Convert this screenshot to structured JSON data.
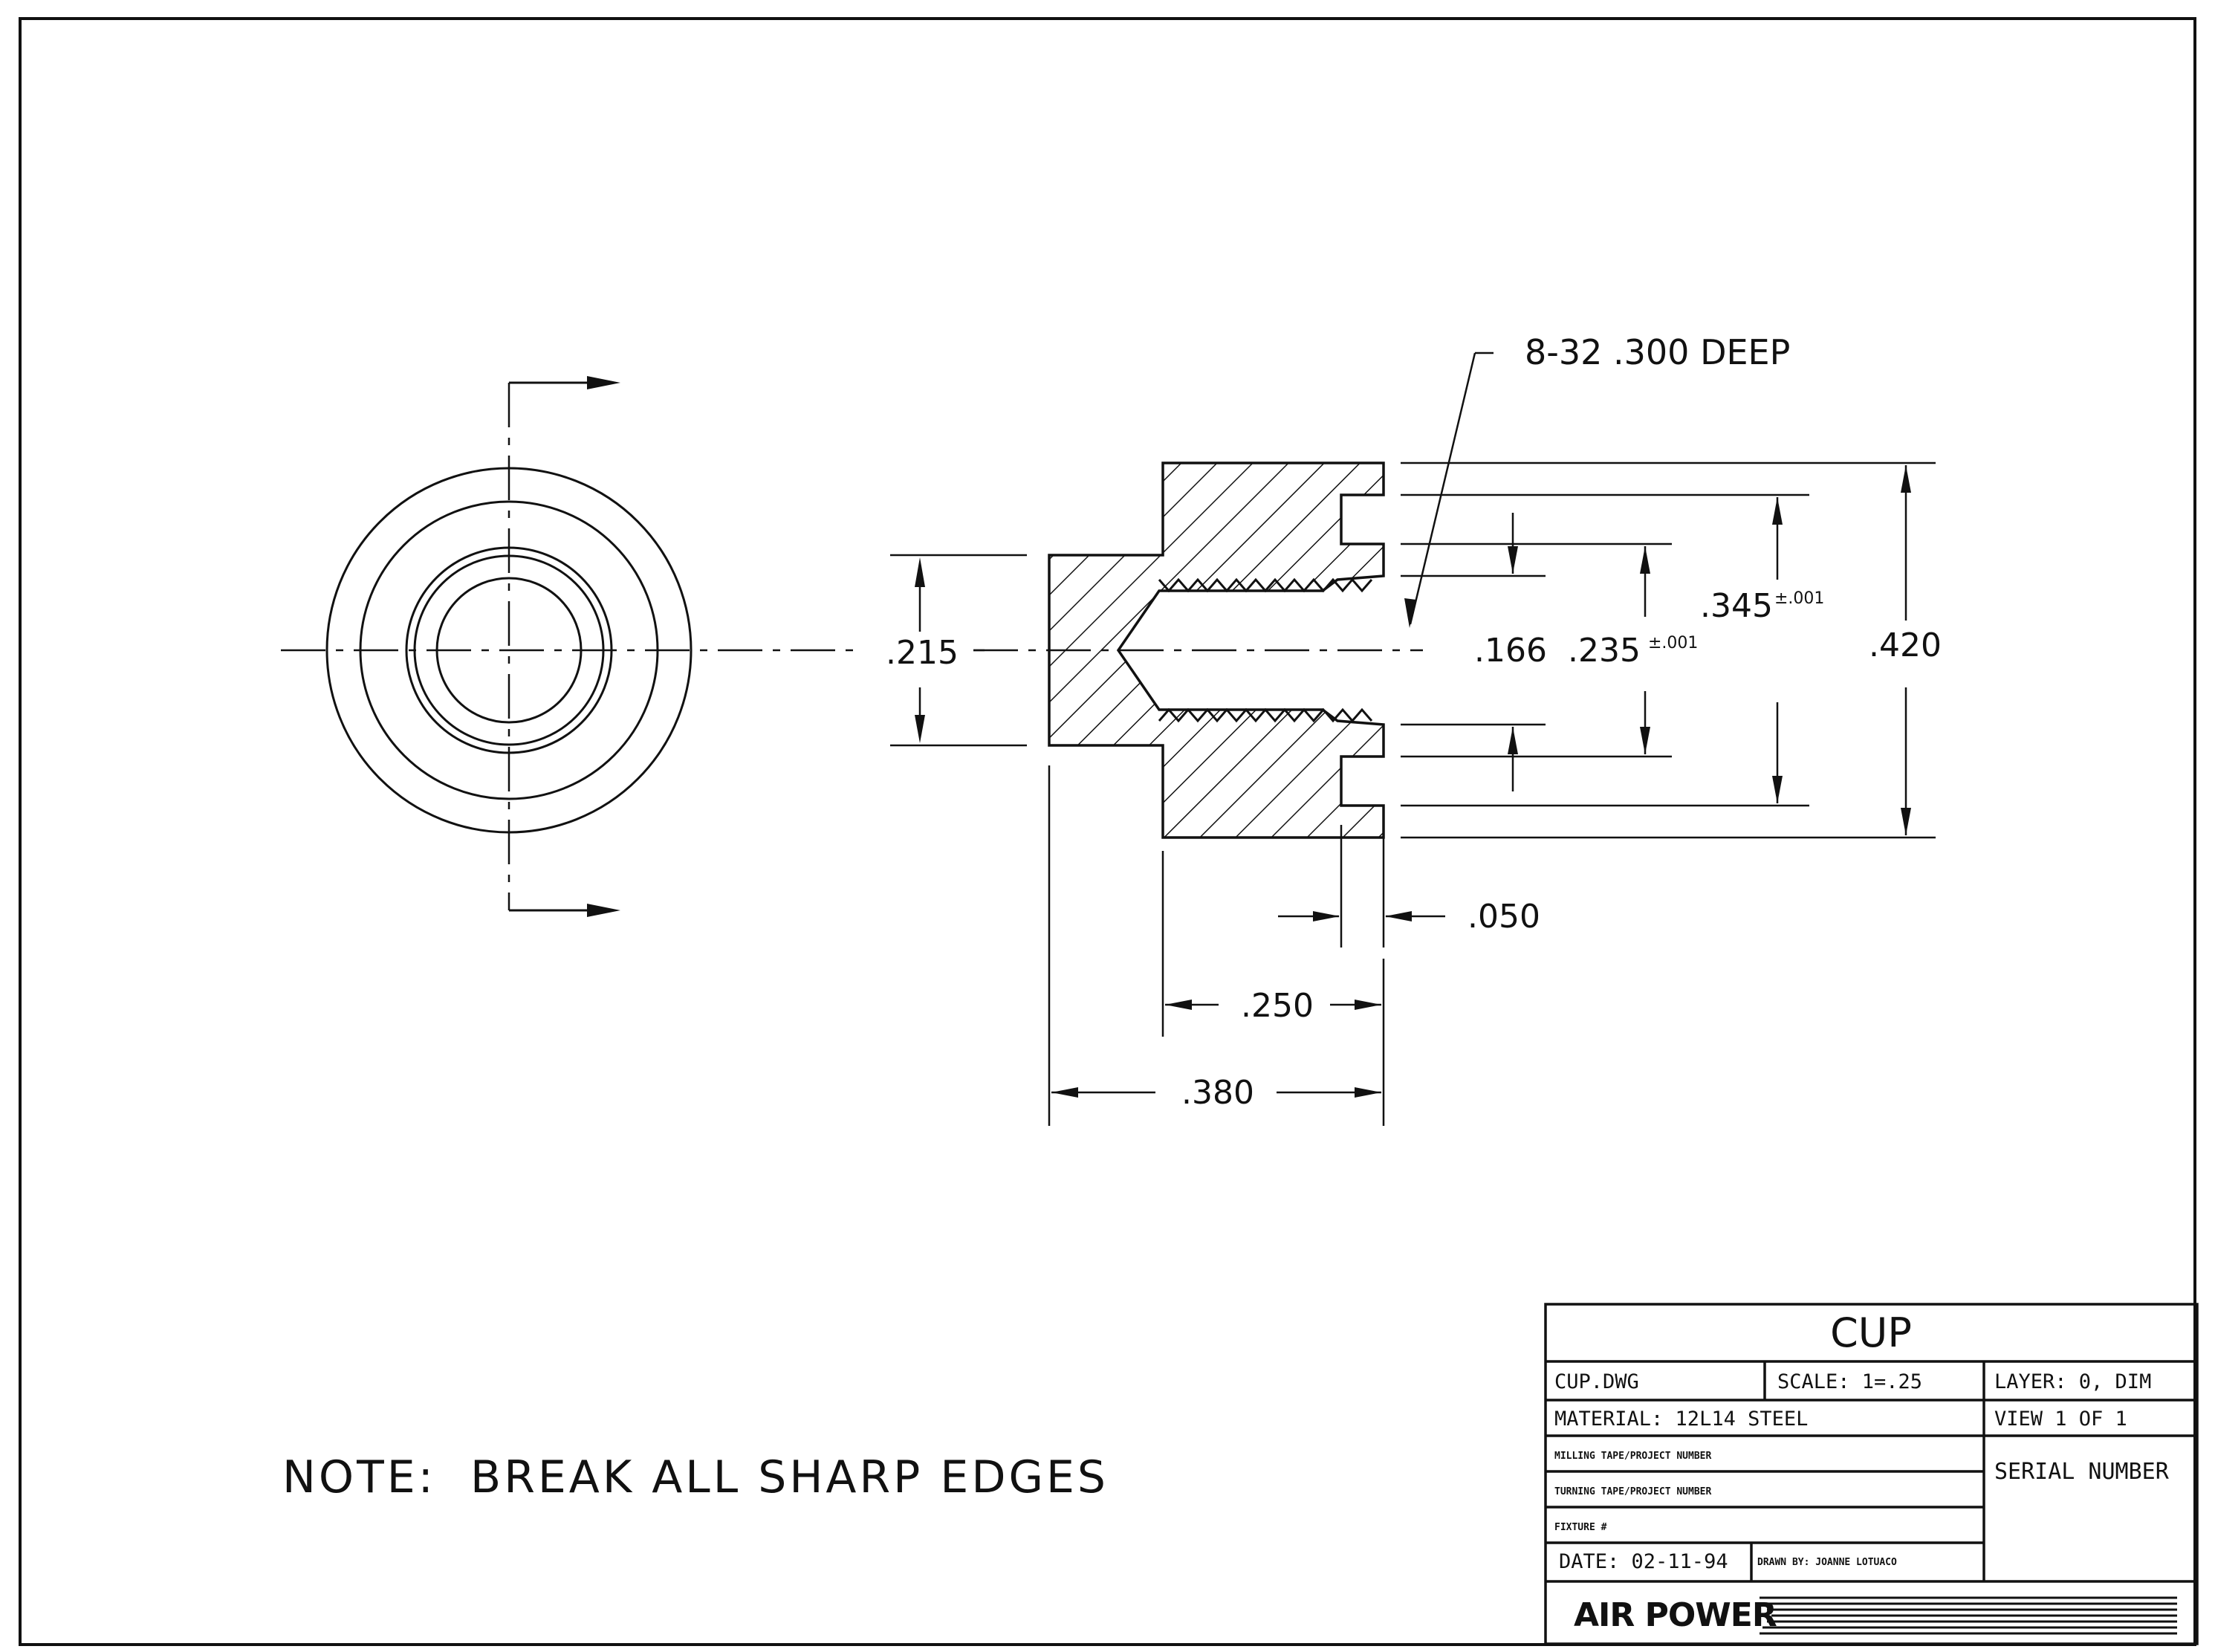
{
  "title_block": {
    "title": "CUP",
    "file": "CUP.DWG",
    "scale": "SCALE: 1=.25",
    "layer": "LAYER: 0, DIM",
    "material": "MATERIAL: 12L14 STEEL",
    "view": "VIEW 1 OF 1",
    "milling": "MILLING TAPE/PROJECT NUMBER",
    "serial": "SERIAL NUMBER",
    "turning": "TURNING TAPE/PROJECT NUMBER",
    "fixture": "FIXTURE #",
    "date": "DATE: 02-11-94",
    "drawn_by": "DRAWN BY: JOANNE LOTUACO",
    "company": "AIR POWER"
  },
  "note": "NOTE:  BREAK ALL SHARP EDGES",
  "dimensions": {
    "thread_callout": "8-32 .300 DEEP",
    "d_215": ".215",
    "d_166": ".166",
    "d_235": ".235",
    "tol_235": "±.001",
    "d_345": ".345",
    "tol_345": "±.001",
    "d_420": ".420",
    "d_050": ".050",
    "d_250": ".250",
    "d_380": ".380"
  }
}
